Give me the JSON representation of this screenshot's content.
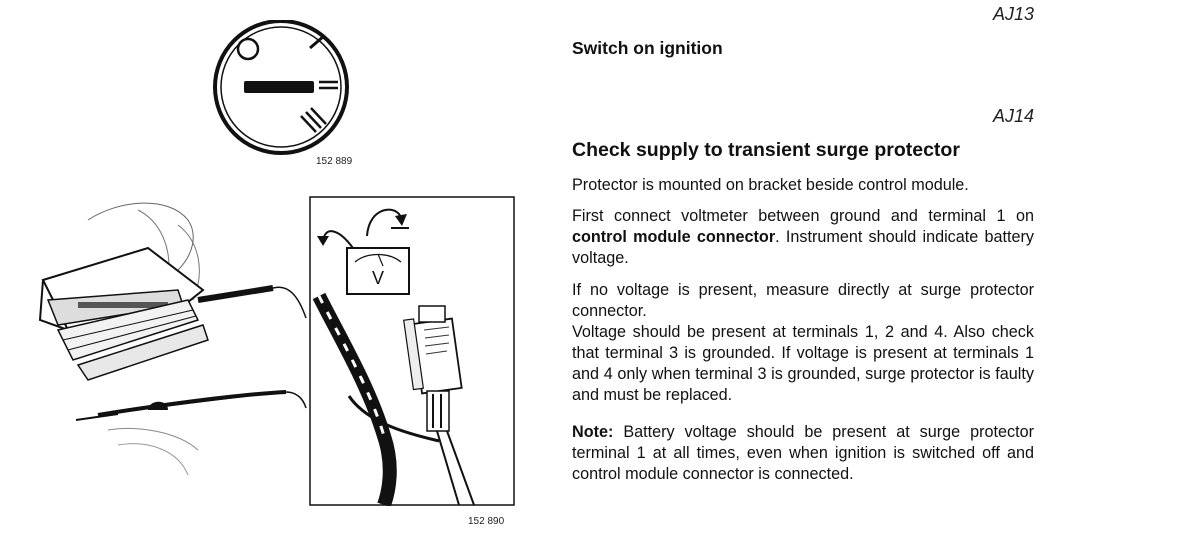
{
  "figures": {
    "ignition_caption": "152 889",
    "meter_caption": "152 890",
    "voltmeter_symbol": "V"
  },
  "sections": [
    {
      "code": "AJ13",
      "heading": "Switch on ignition"
    },
    {
      "code": "AJ14",
      "heading": "Check supply to transient surge protector",
      "p1": "Protector is mounted on bracket beside control module.",
      "p2_pre": "First connect voltmeter between ground and terminal 1 on ",
      "p2_bold": "control module connector",
      "p2_post": ". Instrument should indicate battery voltage.",
      "p3": "If no voltage is present, measure directly at surge protector connector.",
      "p4": "Voltage should be present at terminals 1, 2 and 4. Also check that terminal 3 is grounded. If voltage is present at terminals 1 and 4 only when terminal 3 is grounded, surge protector is faulty and must be replaced.",
      "note_label": "Note:",
      "note_text": " Battery voltage should be present at surge protector terminal 1 at all times, even when ignition is switched off and control module connector is connected."
    }
  ]
}
